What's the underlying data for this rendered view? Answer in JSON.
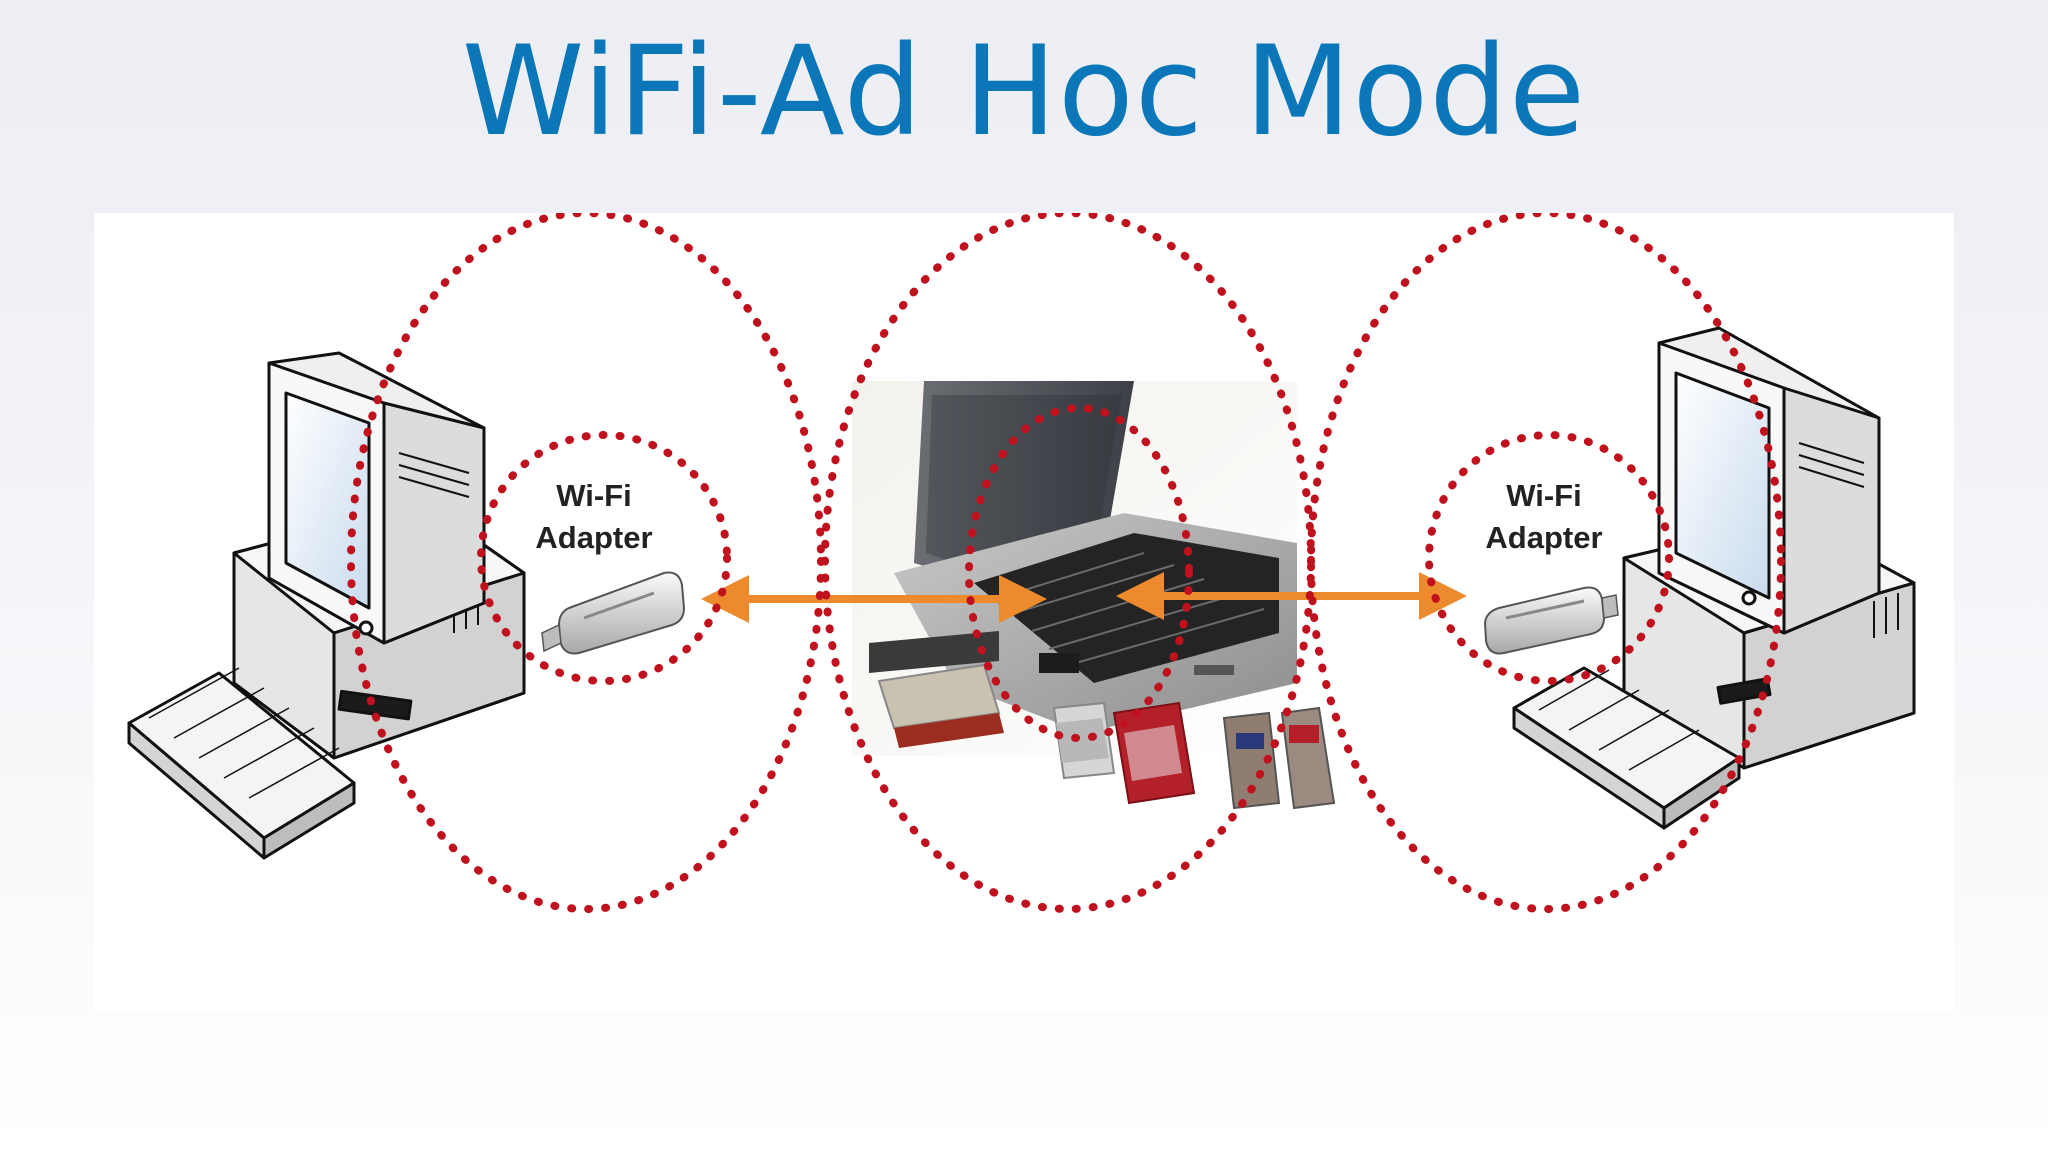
{
  "title": "WiFi-Ad Hoc Mode",
  "diagram": {
    "left_adapter": {
      "line1": "Wi-Fi",
      "line2": "Adapter"
    },
    "right_adapter": {
      "line1": "Wi-Fi",
      "line2": "Adapter"
    },
    "colors": {
      "title": "#0b77b8",
      "range_circle": "#c0121e",
      "link_arrow": "#ee8a2e"
    },
    "icons": [
      "desktop-computer-icon",
      "keyboard-icon",
      "usb-wifi-adapter-icon",
      "laptop-icon",
      "pc-card-icon"
    ]
  }
}
